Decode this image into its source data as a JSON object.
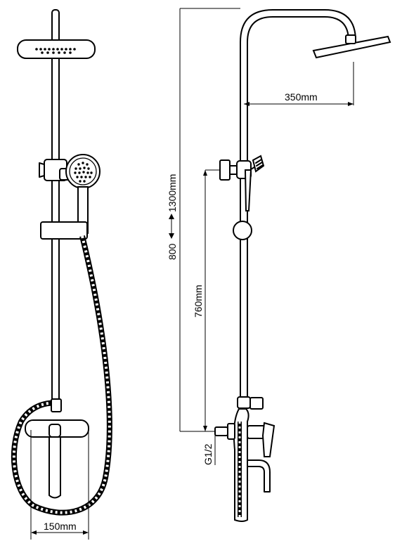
{
  "labels": {
    "width_front": "150mm",
    "arm_length": "350mm",
    "height_range": "800 ⟷ 1300mm",
    "height_min": "800",
    "height_max": "1300mm",
    "slider_height": "760mm",
    "thread": "G1/2"
  }
}
